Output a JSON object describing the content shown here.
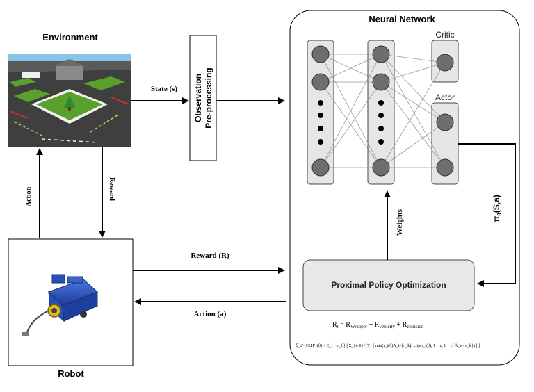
{
  "labels": {
    "environment": "Environment",
    "robot": "Robot",
    "neural_network": "Neural Network",
    "critic": "Critic",
    "actor": "Actor",
    "observation_line1": "Observation",
    "observation_line2": "Pre-processing",
    "ppo": "Proximal Policy Optimization",
    "state": "State (s)",
    "reward_env": "Reward",
    "action_env": "Action",
    "reward_r": "Reward (R)",
    "action_a": "Action (a)",
    "weights": "Weights",
    "policy": "π",
    "policy_sub": "θ",
    "policy_args": "(S,a)"
  },
  "equations": {
    "reward_eq": "R",
    "reward_eq_sub": "t",
    "reward_eq_rest": " = R",
    "wrapper": "Wrapper",
    "plus1": " + R",
    "velocity": "velocity",
    "plus2": " + R",
    "collision": "collision",
    "clip_objective": "ℒ_t^{CLIP}(θ) = E_{τ~π_θ} [ Σ_{t=0}^{T} [ min(r_t(θ)Â_t^{π_k}, clip(r_t(θ), 1 − ε, 1 + ε) Â_t^{π_k}) ] ]"
  },
  "colors": {
    "line": "#000000",
    "node_fill": "#6e6e6e",
    "layer_fill": "#e6e6e6",
    "ppo_fill": "#e8e8e8",
    "env_grass": "#5aa02c",
    "env_road": "#4a4a4a",
    "env_sky": "#86c5e8",
    "robot_blue": "#2a4fb8"
  }
}
